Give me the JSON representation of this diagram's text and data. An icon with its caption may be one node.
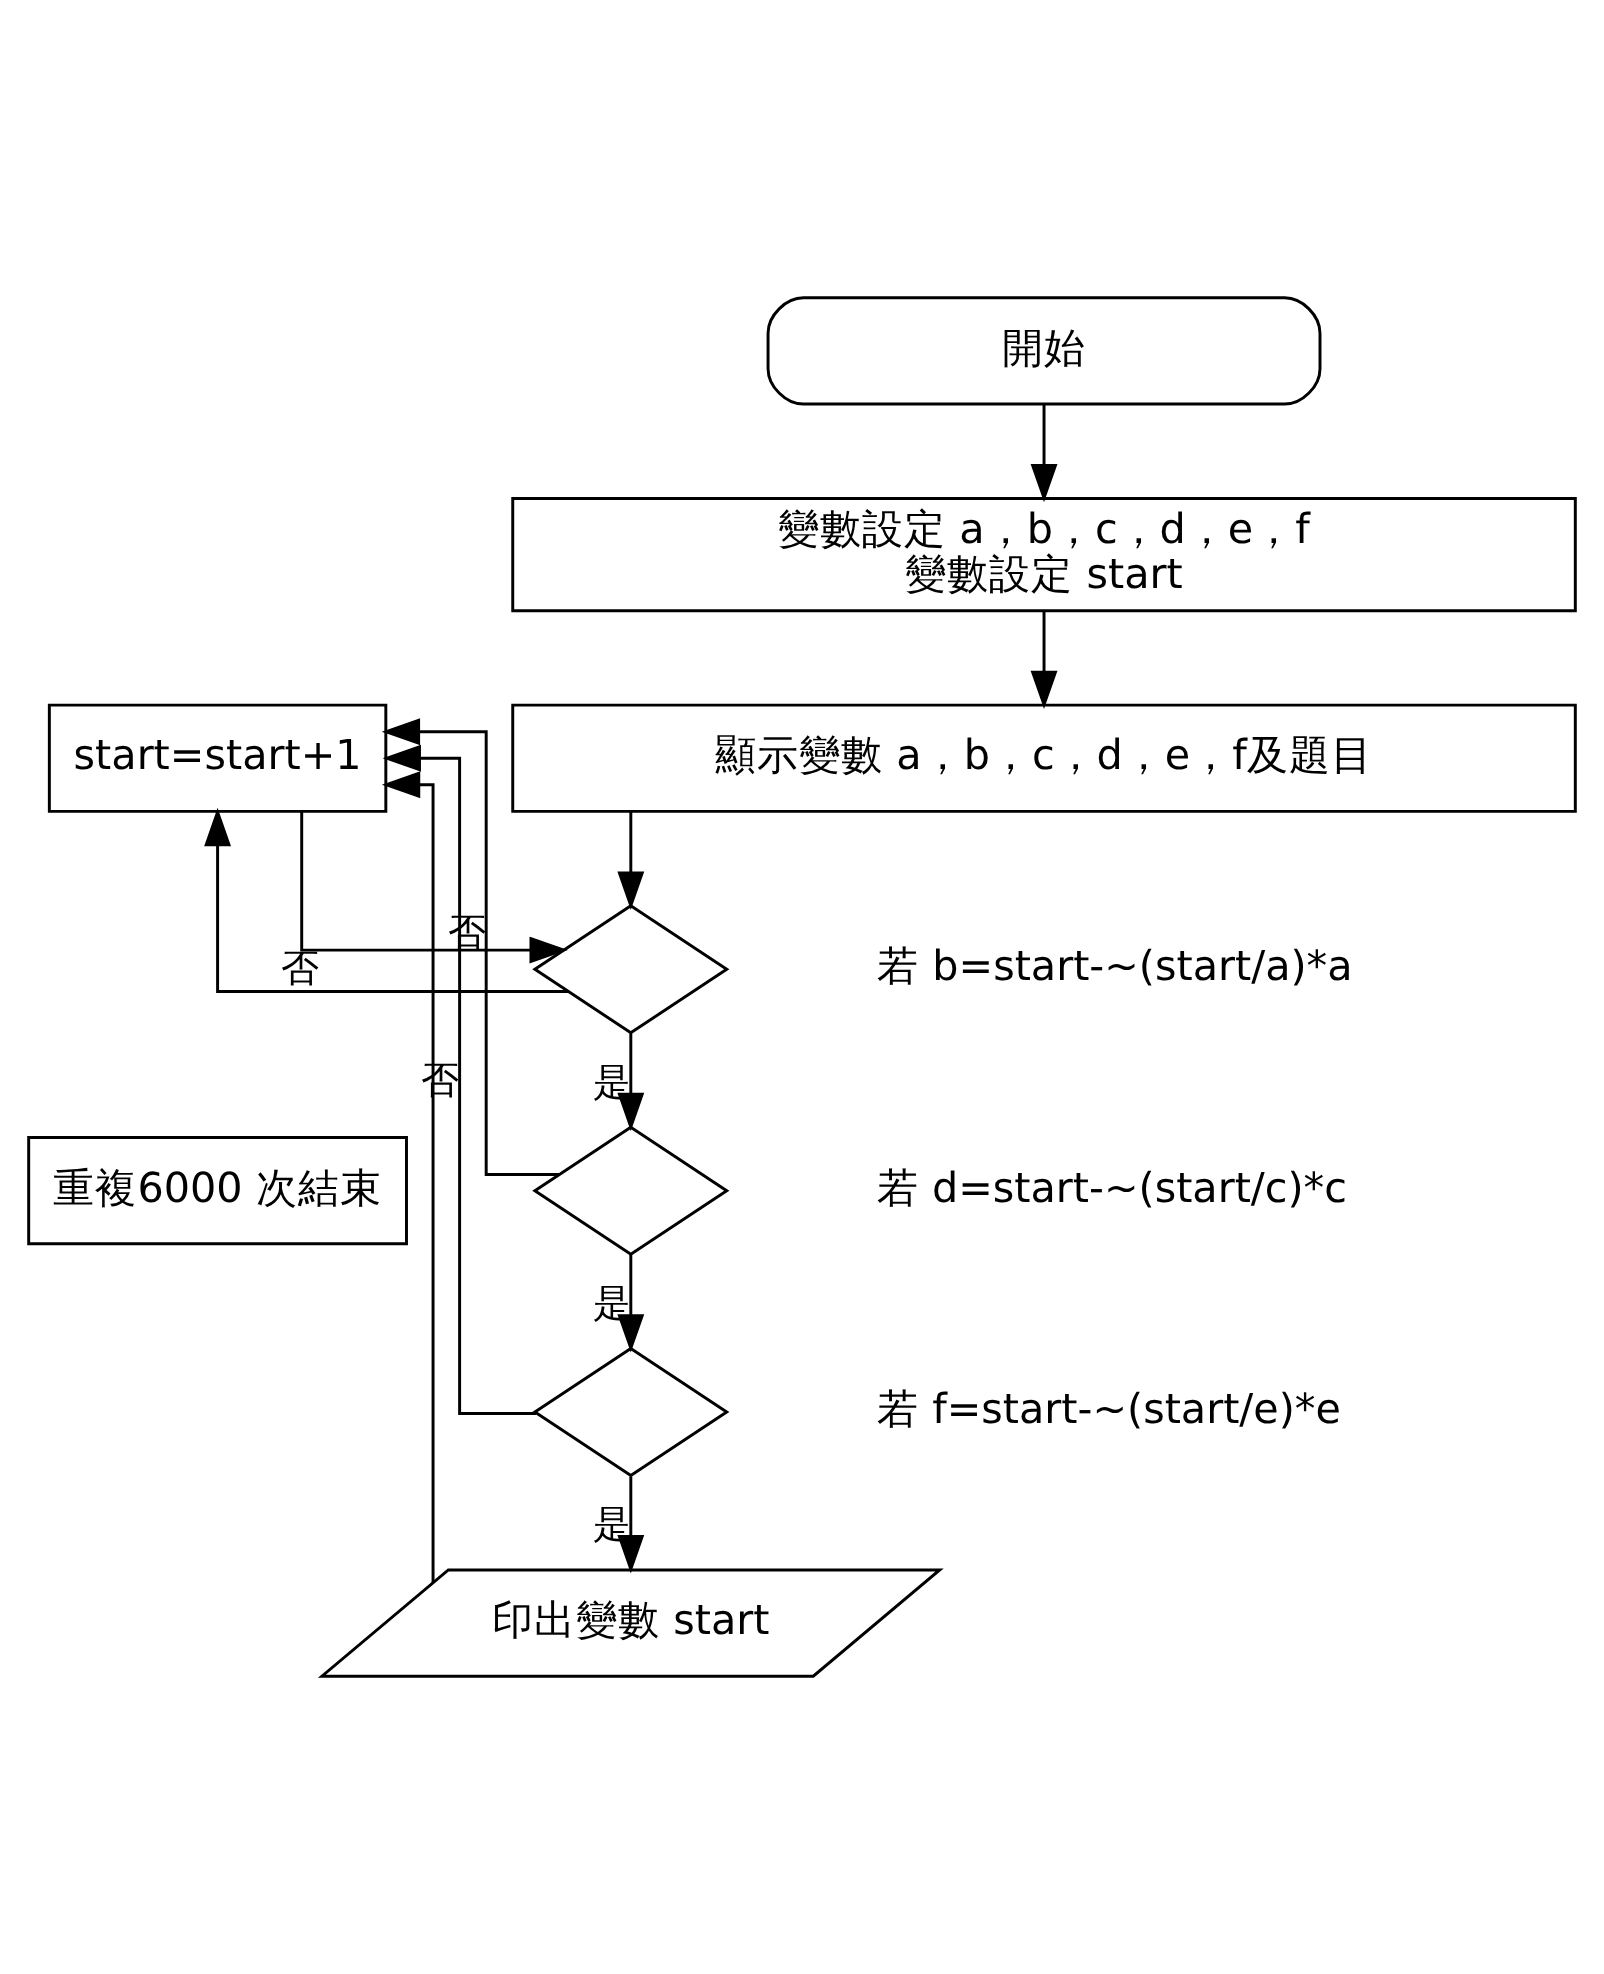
{
  "diagram": {
    "nodes": [
      {
        "text": [
          "開始"
        ]
      },
      {
        "text": [
          "變數設定 a，b，c，d，e，f",
          "變數設定 start"
        ]
      },
      {
        "text": [
          "顯示變數 a，b，c，d，e，f及題目"
        ]
      },
      {
        "text": [
          "start=start+1"
        ]
      },
      {
        "text": [],
        "shape": "diamond",
        "beside": [
          "若 b=start-~(start/a)*a"
        ]
      },
      {
        "text": [],
        "shape": "diamond",
        "beside": [
          "若 d=start-~(start/c)*c"
        ]
      },
      {
        "text": [],
        "shape": "diamond",
        "beside": [
          "若 f=start-~(start/e)*e"
        ]
      },
      {
        "text": [
          "印出變數 start"
        ]
      },
      {
        "text": [
          "重複6000 次結束"
        ]
      }
    ],
    "edges": [
      {
        "from": 0,
        "to": 1,
        "arrow": "to"
      },
      {
        "from": 1,
        "to": 2,
        "arrow": "to"
      },
      {
        "from": 2,
        "to": 4,
        "arrow": "to"
      },
      {
        "from": 3,
        "to": 4,
        "arrow": "to"
      },
      {
        "from": 4,
        "to": 5,
        "arrow": "to",
        "label": "是"
      },
      {
        "from": 5,
        "to": 6,
        "arrow": "to",
        "label": "是"
      },
      {
        "from": 6,
        "to": 7,
        "arrow": "to",
        "label": "是"
      },
      {
        "from": 4,
        "to": 3,
        "arrow": "to",
        "label": "否"
      },
      {
        "from": 5,
        "to": 3,
        "arrow": "to",
        "label": "否"
      },
      {
        "from": 6,
        "to": 3,
        "arrow": "to",
        "label": "否"
      },
      {
        "from": 7,
        "to": 3,
        "arrow": "to"
      }
    ]
  }
}
